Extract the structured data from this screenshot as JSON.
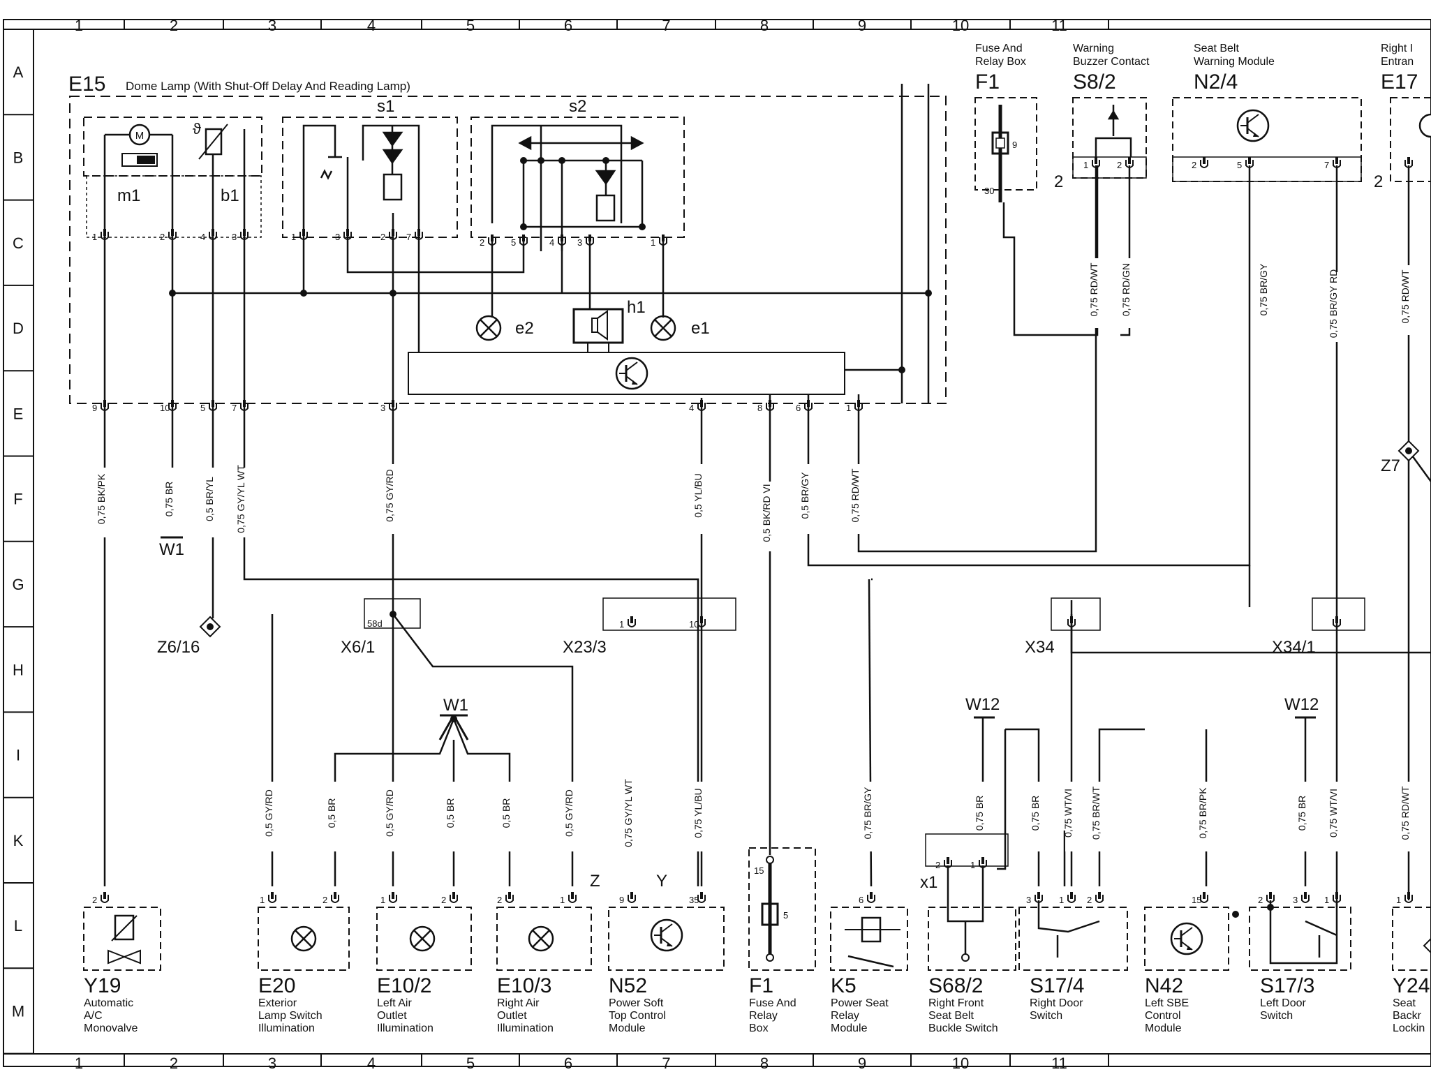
{
  "grid": {
    "columns": [
      "1",
      "2",
      "3",
      "4",
      "5",
      "6",
      "7",
      "8",
      "9",
      "10",
      "11"
    ],
    "rows": [
      "A",
      "B",
      "C",
      "D",
      "E",
      "F",
      "G",
      "H",
      "I",
      "K",
      "L",
      "M"
    ]
  },
  "header": {
    "e15_code": "E15",
    "e15_desc": "Dome Lamp (With Shut-Off Delay And Reading Lamp)",
    "s1": "s1",
    "s2": "s2",
    "m1": "m1",
    "b1": "b1",
    "e1": "e1",
    "e2": "e2",
    "h1": "h1",
    "motor_letter": "M"
  },
  "top_components": [
    {
      "code": "F1",
      "desc1": "Fuse And",
      "desc2": "Relay Box"
    },
    {
      "code": "S8/2",
      "desc1": "Warning",
      "desc2": "Buzzer Contact"
    },
    {
      "code": "N2/4",
      "desc1": "Seat Belt",
      "desc2": "Warning Module"
    },
    {
      "code": "E17",
      "desc1": "Right I",
      "desc2": "Entran"
    }
  ],
  "connectors": {
    "x6_1": "X6/1",
    "x6_1_pin": "58d",
    "x23_3": "X23/3",
    "x34": "X34",
    "x34_1": "X34/1",
    "x1": "x1",
    "z6_16": "Z6/16",
    "z7": "Z7",
    "w1_top": "W1",
    "w1_mid": "W1",
    "w12_left": "W12",
    "w12_right": "W12",
    "z": "Z",
    "y": "Y"
  },
  "wires": {
    "w_bkpk": "0,75 BK/PK",
    "w_br": "0,75 BR",
    "w_bryl": "0,5 BR/YL",
    "w_gyylwt": "0,75 GY/YL WT",
    "w_gyrd": "0,75 GY/RD",
    "w_ylbu": "0,5 YL/BU",
    "w_bkrdvi": "0,5 BK/RD VI",
    "w_brgy": "0,5 BR/GY",
    "w_rdwt": "0,75 RD/WT",
    "w_rdwt2": "0,75 RD/WT",
    "w_rdgn": "0,75 RD/GN",
    "w_brgy2": "0,75 BR/GY",
    "w_brgyrd": "0,75 BR/GY RD",
    "w_rdwt3": "0,75 RD/WT",
    "b_gyrd1": "0,5 GY/RD",
    "b_br1": "0,5 BR",
    "b_gyrd2": "0,5 GY/RD",
    "b_br2": "0,5 BR",
    "b_br3": "0,5 BR",
    "b_gyrd3": "0,5 GY/RD",
    "b_gyylwt": "0,75 GY/YL WT",
    "b_ylbu": "0,75 YL/BU",
    "b_brgy": "0,75 BR/GY",
    "b_br_w12": "0,75 BR",
    "b_br_s68": "0,75 BR",
    "b_wtvi": "0,75 WT/VI",
    "b_brwt": "0,75 BR/WT",
    "b_brpk": "0,75 BR/PK",
    "b_br_s173": "0,75 BR",
    "b_wtvi2": "0,75 WT/VI",
    "b_rdwt": "0,75 RD/WT"
  },
  "bottom_components": [
    {
      "code": "Y19",
      "d1": "Automatic",
      "d2": "A/C",
      "d3": "Monovalve"
    },
    {
      "code": "E20",
      "d1": "Exterior",
      "d2": "Lamp Switch",
      "d3": "Illumination"
    },
    {
      "code": "E10/2",
      "d1": "Left Air",
      "d2": "Outlet",
      "d3": "Illumination"
    },
    {
      "code": "E10/3",
      "d1": "Right Air",
      "d2": "Outlet",
      "d3": "Illumination"
    },
    {
      "code": "N52",
      "d1": "Power Soft",
      "d2": "Top Control",
      "d3": "Module"
    },
    {
      "code": "F1",
      "d1": "Fuse And",
      "d2": "Relay",
      "d3": "Box"
    },
    {
      "code": "K5",
      "d1": "Power Seat",
      "d2": "Relay",
      "d3": "Module"
    },
    {
      "code": "S68/2",
      "d1": "Right Front",
      "d2": "Seat Belt",
      "d3": "Buckle Switch"
    },
    {
      "code": "S17/4",
      "d1": "Right Door",
      "d2": "Switch",
      "d3": ""
    },
    {
      "code": "N42",
      "d1": "Left SBE",
      "d2": "Control",
      "d3": "Module"
    },
    {
      "code": "S17/3",
      "d1": "Left Door",
      "d2": "Switch",
      "d3": ""
    },
    {
      "code": "Y24",
      "d1": "Seat",
      "d2": "Backr",
      "d3": "Lockin"
    }
  ]
}
